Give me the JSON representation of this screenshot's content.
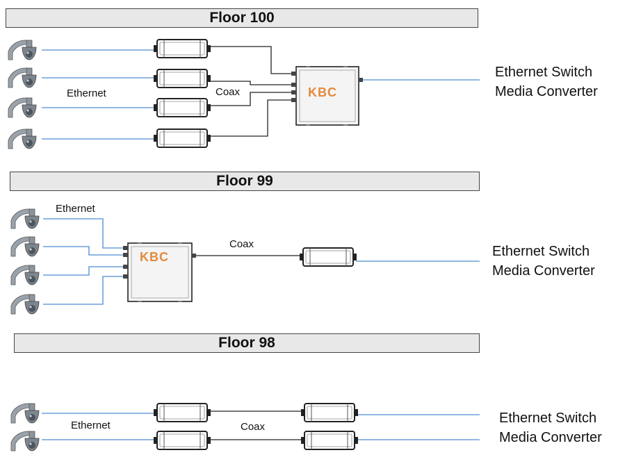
{
  "floors": [
    {
      "name": "Floor 100",
      "ethernet_label": "Ethernet",
      "coax_label": "Coax",
      "switch_line1": "Ethernet Switch",
      "switch_line2": "Media Converter",
      "hub_logo": "KBC"
    },
    {
      "name": "Floor 99",
      "ethernet_label": "Ethernet",
      "coax_label": "Coax",
      "switch_line1": "Ethernet Switch",
      "switch_line2": "Media Converter",
      "hub_logo": "KBC"
    },
    {
      "name": "Floor 98",
      "ethernet_label": "Ethernet",
      "coax_label": "Coax",
      "switch_line1": "Ethernet Switch",
      "switch_line2": "Media Converter"
    }
  ],
  "colors": {
    "ethernet": "#6a9fd8",
    "coax": "#222222",
    "logo": "#e38a3c"
  },
  "icons": [
    "dome-camera-icon",
    "media-converter-icon",
    "kbc-hub-icon"
  ]
}
